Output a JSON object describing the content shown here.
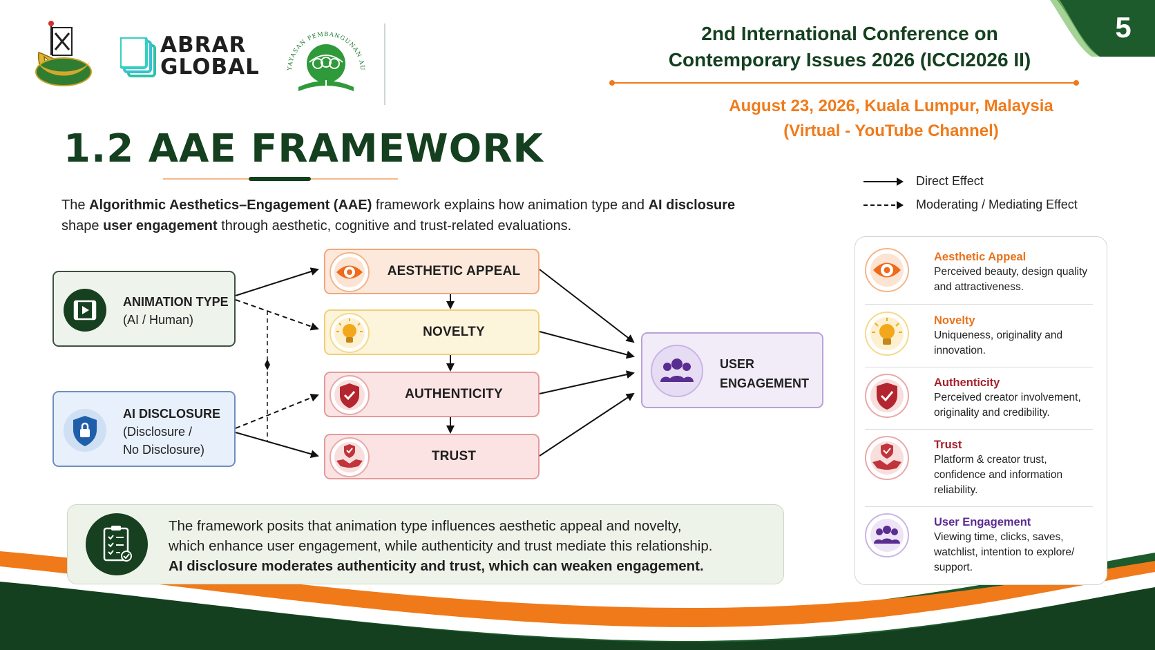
{
  "header": {
    "abrar_logo_text_1": "ABRAR",
    "abrar_logo_text_2": "GLOBAL",
    "yayasan_logo_text": "YAYASAN PEMBANGUNAN AU HASRA",
    "conference_title_line1": "2nd International Conference on",
    "conference_title_line2": "Contemporary Issues 2026 (ICCI2026 II)",
    "date_line1": "August 23, 2026, Kuala Lumpur, Malaysia",
    "date_line2": "(Virtual - YouTube Channel)",
    "page_number": "5"
  },
  "title": "1.2 AAE FRAMEWORK",
  "intro": {
    "part1": "The ",
    "bold1": "Algorithmic Aesthetics–Engagement (AAE)",
    "part2": " framework explains how animation type and ",
    "bold2": "AI disclosure",
    "part3": " shape ",
    "bold3": "user engagement",
    "part4": " through aesthetic, cognitive and trust-related evaluations."
  },
  "legend": {
    "direct": "Direct Effect",
    "moderating": "Moderating / Mediating Effect"
  },
  "diagram": {
    "animation_type_title": "ANIMATION TYPE",
    "animation_type_sub": "(AI / Human)",
    "ai_disclosure_title": "AI DISCLOSURE",
    "ai_disclosure_sub1": "(Disclosure /",
    "ai_disclosure_sub2": "No Disclosure)",
    "aesthetic": "AESTHETIC APPEAL",
    "novelty": "NOVELTY",
    "authenticity": "AUTHENTICITY",
    "trust": "TRUST",
    "user_engagement_1": "USER",
    "user_engagement_2": "ENGAGEMENT"
  },
  "summary": {
    "line1": "The framework posits that animation type influences aesthetic appeal and novelty,",
    "line2": "which enhance user engagement, while authenticity and trust mediate this relationship.",
    "line3_bold": "AI disclosure moderates authenticity and trust, which can weaken engagement."
  },
  "panel": {
    "items": [
      {
        "title": "Aesthetic Appeal",
        "desc": "Perceived beauty, design quality and attractiveness.",
        "color": "#e8721c",
        "icon": "eye-icon"
      },
      {
        "title": "Novelty",
        "desc": "Uniqueness, originality and innovation.",
        "color": "#e8721c",
        "icon": "lightbulb-icon"
      },
      {
        "title": "Authenticity",
        "desc": "Perceived creator involvement, originality and credibility.",
        "color": "#a51f2b",
        "icon": "shield-check-icon"
      },
      {
        "title": "Trust",
        "desc": "Platform & creator trust, confidence and information reliability.",
        "color": "#a51f2b",
        "icon": "handshake-icon"
      },
      {
        "title": "User Engagement",
        "desc": "Viewing time, clicks, saves, watchlist, intention to explore/ support.",
        "color": "#5a2d91",
        "icon": "users-icon"
      }
    ]
  },
  "colors": {
    "dark_green": "#14401f",
    "orange": "#f07a1a",
    "crimson": "#c0343b",
    "purple": "#5a2d91"
  }
}
